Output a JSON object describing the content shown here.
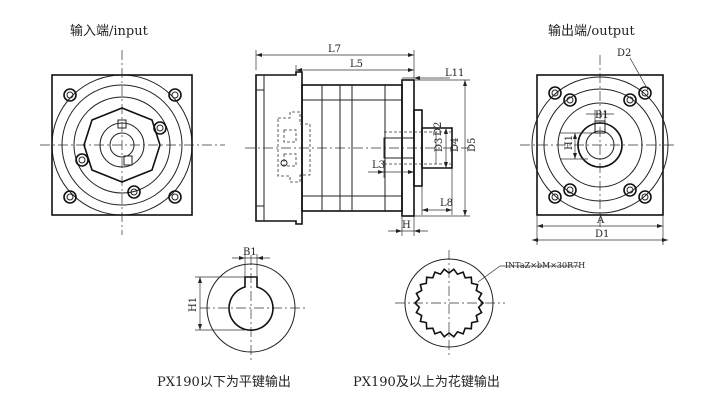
{
  "headings": {
    "input": "输入端/input",
    "output": "输出端/output"
  },
  "dims": {
    "L7": "L7",
    "L5": "L5",
    "L11": "L11",
    "L3": "L3",
    "L8": "L8",
    "H": "H",
    "D2_side": "D2",
    "D3": "D3",
    "D4": "D4",
    "D5": "D5",
    "D2_out": "D2",
    "B1_out": "B1",
    "H1_out": "H1",
    "A": "A",
    "D1": "D1",
    "B1_key": "B1",
    "H1_key": "H1",
    "spline_spec": "INTaZ×bM×30R7H"
  },
  "captions": {
    "flat_key": "PX190以下为平键输出",
    "spline": "PX190及以上为花键输出"
  }
}
